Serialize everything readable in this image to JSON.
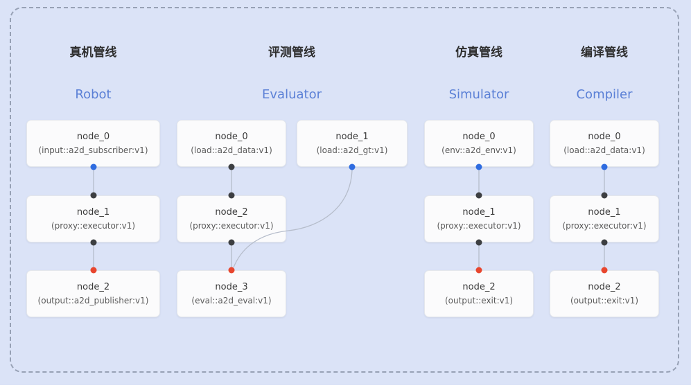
{
  "colors": {
    "background": "#dbe3f7",
    "frame_dash": "#97a1b5",
    "title_en": "#5b80d6",
    "edge": "#b6bdcb",
    "port_blue": "#2f6ce0",
    "port_black": "#3d3f42",
    "port_red": "#e8462e"
  },
  "pipelines": [
    {
      "title_zh": "真机管线",
      "title_en": "Robot",
      "nodes": [
        {
          "name": "node_0",
          "type": "(input::a2d_subscriber:v1)"
        },
        {
          "name": "node_1",
          "type": "(proxy::executor:v1)"
        },
        {
          "name": "node_2",
          "type": "(output::a2d_publisher:v1)"
        }
      ]
    },
    {
      "title_zh": "评测管线",
      "title_en": "Evaluator",
      "nodes": [
        {
          "name": "node_0",
          "type": "(load::a2d_data:v1)"
        },
        {
          "name": "node_1",
          "type": "(load::a2d_gt:v1)"
        },
        {
          "name": "node_2",
          "type": "(proxy::executor:v1)"
        },
        {
          "name": "node_3",
          "type": "(eval::a2d_eval:v1)"
        }
      ]
    },
    {
      "title_zh": "仿真管线",
      "title_en": "Simulator",
      "nodes": [
        {
          "name": "node_0",
          "type": "(env::a2d_env:v1)"
        },
        {
          "name": "node_1",
          "type": "(proxy::executor:v1)"
        },
        {
          "name": "node_2",
          "type": "(output::exit:v1)"
        }
      ]
    },
    {
      "title_zh": "编译管线",
      "title_en": "Compiler",
      "nodes": [
        {
          "name": "node_0",
          "type": "(load::a2d_data:v1)"
        },
        {
          "name": "node_1",
          "type": "(proxy::executor:v1)"
        },
        {
          "name": "node_2",
          "type": "(output::exit:v1)"
        }
      ]
    }
  ]
}
